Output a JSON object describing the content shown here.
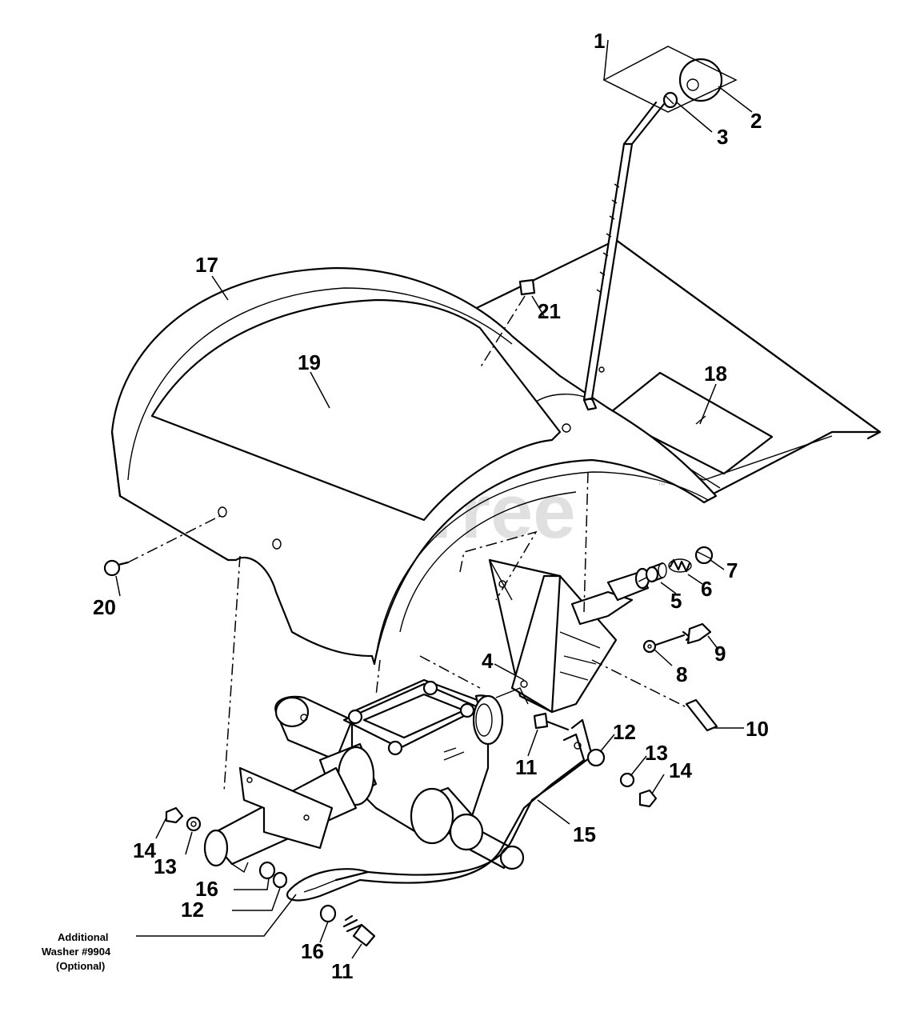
{
  "watermark": {
    "text": "PartsTree",
    "trademark": "™"
  },
  "callouts": [
    {
      "id": "c1",
      "text": "1"
    },
    {
      "id": "c2",
      "text": "2"
    },
    {
      "id": "c3",
      "text": "3"
    },
    {
      "id": "c4",
      "text": "4"
    },
    {
      "id": "c5",
      "text": "5"
    },
    {
      "id": "c6",
      "text": "6"
    },
    {
      "id": "c7",
      "text": "7"
    },
    {
      "id": "c8",
      "text": "8"
    },
    {
      "id": "c9",
      "text": "9"
    },
    {
      "id": "c10",
      "text": "10"
    },
    {
      "id": "c11a",
      "text": "11"
    },
    {
      "id": "c11b",
      "text": "11"
    },
    {
      "id": "c12a",
      "text": "12"
    },
    {
      "id": "c12b",
      "text": "12"
    },
    {
      "id": "c13a",
      "text": "13"
    },
    {
      "id": "c13b",
      "text": "13"
    },
    {
      "id": "c14a",
      "text": "14"
    },
    {
      "id": "c14b",
      "text": "14"
    },
    {
      "id": "c15",
      "text": "15"
    },
    {
      "id": "c16a",
      "text": "16"
    },
    {
      "id": "c16b",
      "text": "16"
    },
    {
      "id": "c17",
      "text": "17"
    },
    {
      "id": "c18",
      "text": "18"
    },
    {
      "id": "c19",
      "text": "19"
    },
    {
      "id": "c20",
      "text": "20"
    },
    {
      "id": "c21",
      "text": "21"
    }
  ],
  "note": {
    "line1": "Additional",
    "line2": "Washer #9904",
    "line3": "(Optional)"
  }
}
